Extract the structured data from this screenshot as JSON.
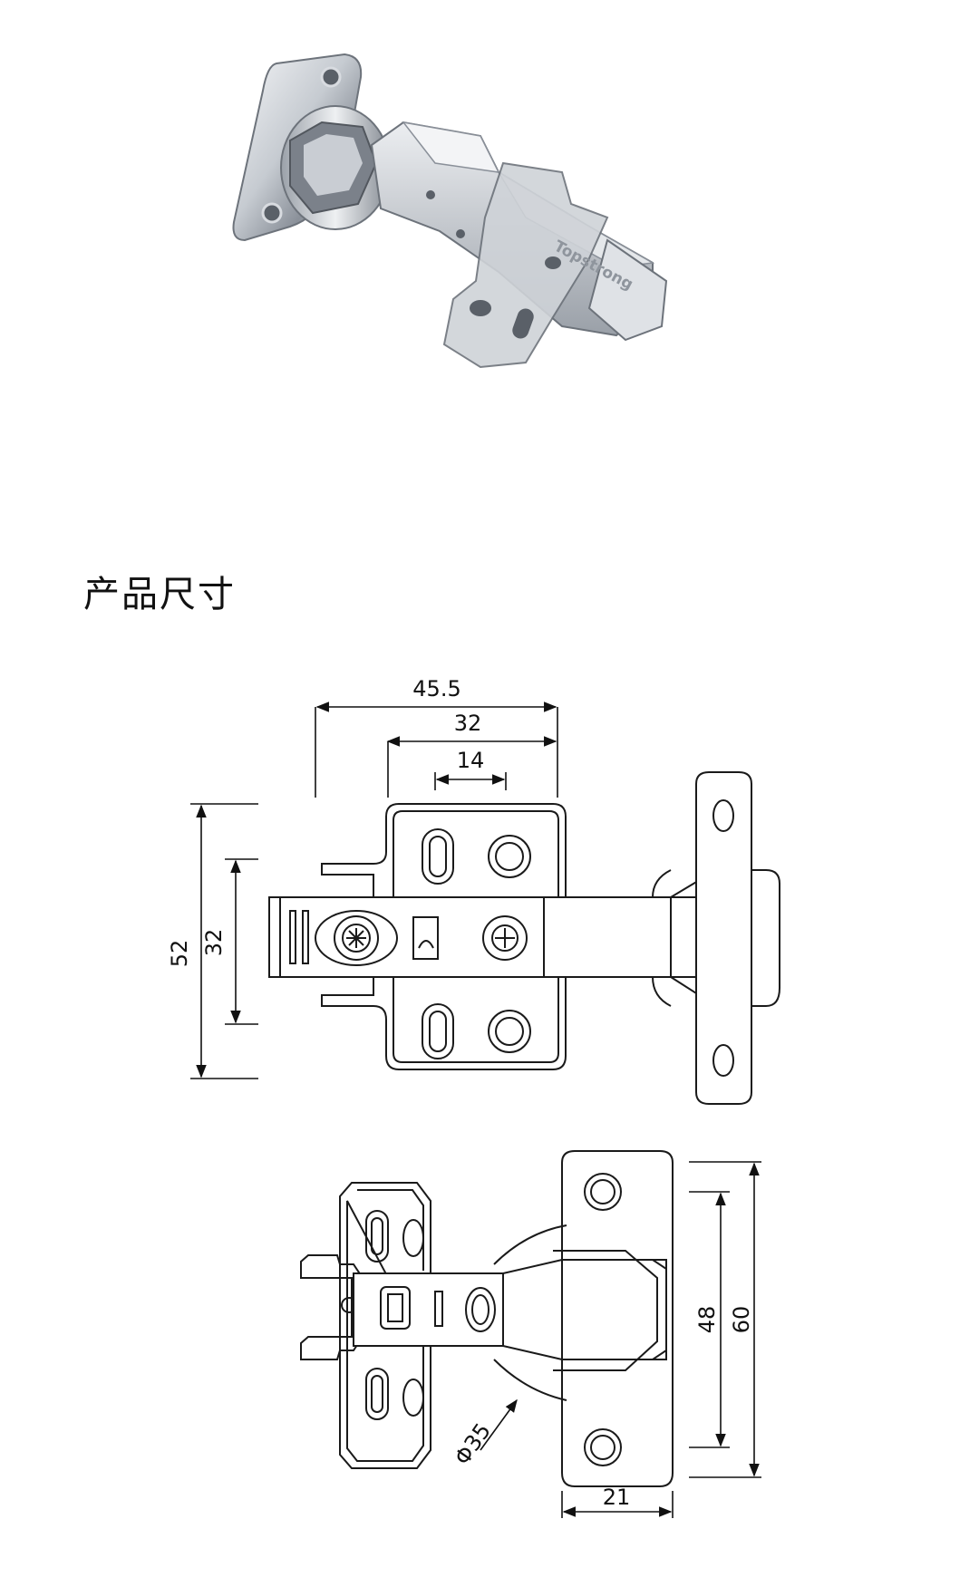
{
  "product": {
    "brand_mark": "Topstrong"
  },
  "section": {
    "title": "产品尺寸"
  },
  "top_view": {
    "dims": {
      "overall_width": "45.5",
      "hole_spacing": "32",
      "inner_width": "14",
      "overall_height": "52",
      "mount_spacing": "32"
    }
  },
  "front_view": {
    "dims": {
      "cup_diameter": "Φ35",
      "plate_width": "21",
      "hole_pitch": "48",
      "plate_height": "60"
    }
  },
  "colors": {
    "line": "#1a1a1a",
    "metal_light": "#e9ebee",
    "metal_mid": "#b9bec5",
    "metal_dark": "#6d737b"
  }
}
